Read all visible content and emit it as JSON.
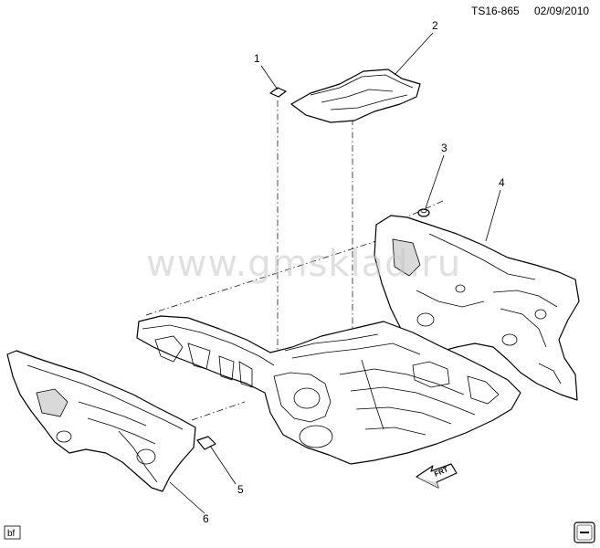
{
  "header": {
    "code": "TS16-865",
    "date": "02/09/2010"
  },
  "watermark": "www.gmsklad.ru",
  "callouts": [
    "1",
    "2",
    "3",
    "4",
    "5",
    "6"
  ],
  "footer": {
    "badge": "bf"
  },
  "front_arrow_label": "FRT",
  "colors": {
    "line": "#000000",
    "watermark": "#c8c8c8",
    "background": "#ffffff"
  },
  "icons": [
    "front-direction-arrow-icon",
    "gm-logo-icon"
  ]
}
